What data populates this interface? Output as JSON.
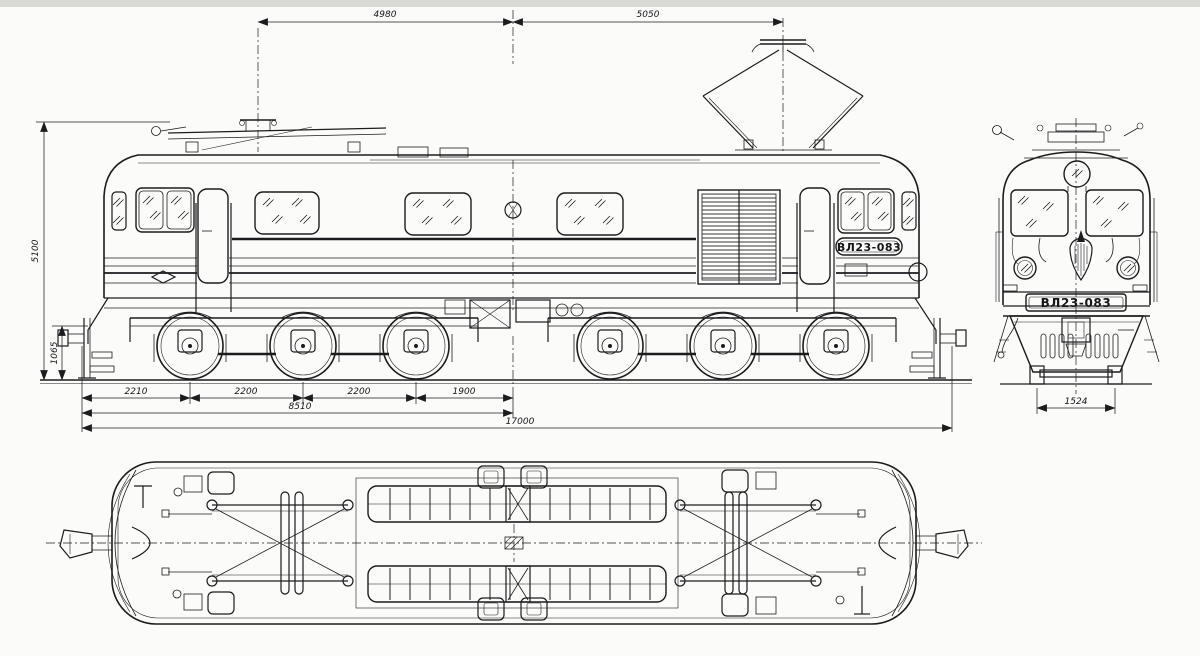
{
  "palette": {
    "ink": "#1c1c1e",
    "paper": "#fbfbf9",
    "scan_strip": "#d9d9d6"
  },
  "drawing": {
    "plates": {
      "side_number": "ВЛ23-083",
      "front_number": "ВЛ23-083"
    },
    "dimensions_mm": {
      "panto_left_to_center": "4980",
      "center_to_panto_right": "5050",
      "overall_height": "5100",
      "coupler_height": "1065",
      "axle_spacing_1": "2210",
      "axle_spacing_2": "2200",
      "axle_spacing_3": "2200",
      "axle_to_pivot": "1900",
      "bogie_span": "8510",
      "overall_length": "17000",
      "track_gauge": "1524"
    }
  }
}
